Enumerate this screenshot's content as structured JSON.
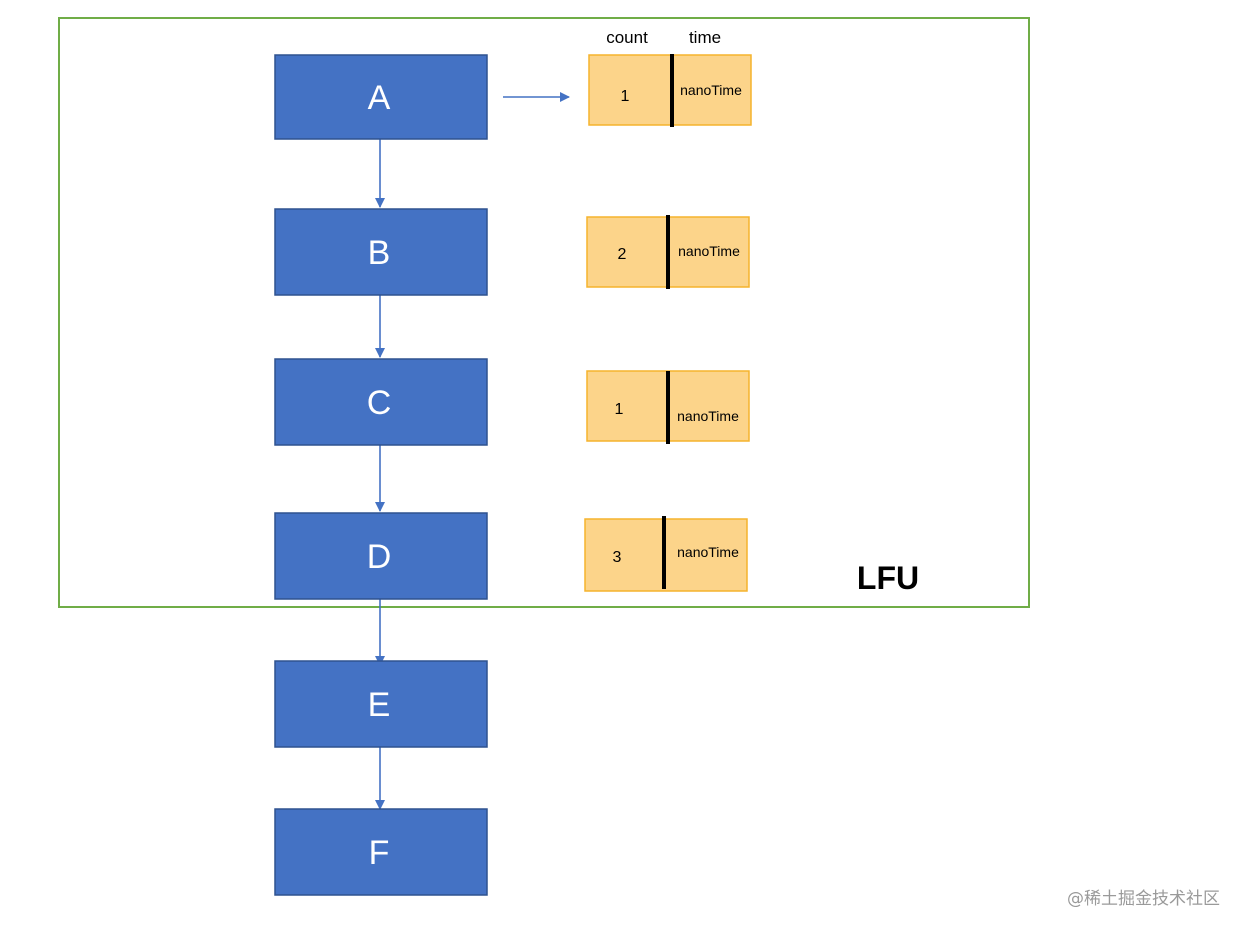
{
  "region": {
    "label": "LFU",
    "border_color": "#70ad47"
  },
  "headers": {
    "count": "count",
    "time": "time"
  },
  "nodes": [
    {
      "label": "A"
    },
    {
      "label": "B"
    },
    {
      "label": "C"
    },
    {
      "label": "D"
    },
    {
      "label": "E"
    },
    {
      "label": "F"
    }
  ],
  "records": [
    {
      "node": "A",
      "count": "1",
      "time": "nanoTime"
    },
    {
      "node": "B",
      "count": "2",
      "time": "nanoTime"
    },
    {
      "node": "C",
      "count": "1",
      "time": "nanoTime"
    },
    {
      "node": "D",
      "count": "3",
      "time": "nanoTime"
    }
  ],
  "colors": {
    "node_fill": "#4472c4",
    "node_border": "#2f528f",
    "record_fill": "#fcd48a",
    "record_border": "#f5b32d",
    "arrow": "#4472c4",
    "divider": "#000000"
  },
  "watermark": "@稀土掘金技术社区"
}
